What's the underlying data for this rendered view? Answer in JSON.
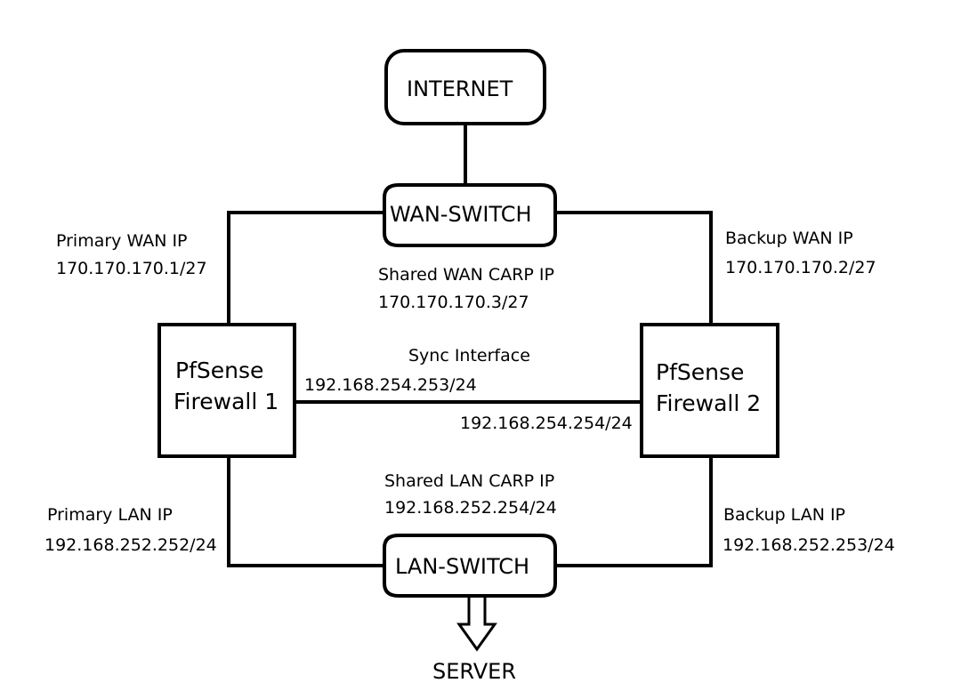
{
  "nodes": {
    "internet": "INTERNET",
    "wan_switch": "WAN-SWITCH",
    "lan_switch": "LAN-SWITCH",
    "server": "SERVER",
    "firewall1": {
      "line1": "PfSense",
      "line2": "Firewall 1"
    },
    "firewall2": {
      "line1": "PfSense",
      "line2": "Firewall 2"
    }
  },
  "labels": {
    "primary_wan": {
      "title": "Primary WAN IP",
      "ip": "170.170.170.1/27"
    },
    "backup_wan": {
      "title": "Backup WAN IP",
      "ip": "170.170.170.2/27"
    },
    "shared_wan_carp": {
      "title": "Shared WAN CARP IP",
      "ip": "170.170.170.3/27"
    },
    "sync": {
      "title": "Sync Interface",
      "fw1_ip": "192.168.254.253/24",
      "fw2_ip": "192.168.254.254/24"
    },
    "shared_lan_carp": {
      "title": "Shared LAN CARP IP",
      "ip": "192.168.252.254/24"
    },
    "primary_lan": {
      "title": "Primary LAN IP",
      "ip": "192.168.252.252/24"
    },
    "backup_lan": {
      "title": "Backup LAN IP",
      "ip": "192.168.252.253/24"
    }
  }
}
